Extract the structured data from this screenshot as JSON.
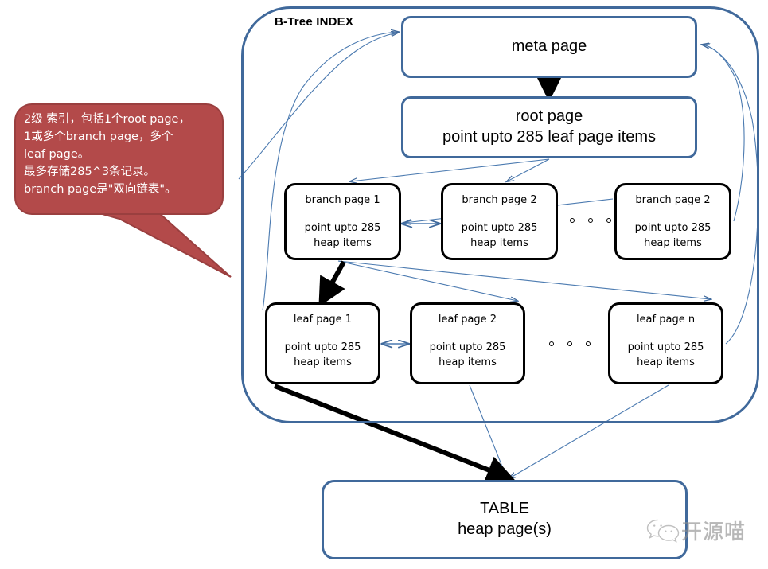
{
  "diagram": {
    "container_label": "B-Tree INDEX",
    "accent_blue": "#40699B",
    "node_black": "#000000",
    "callout_red": "#B34A4A"
  },
  "callout": {
    "text": "2级 索引，包括1个root page，\n1或多个branch page，多个\nleaf page。\n最多存储285^3条记录。\nbranch page是\"双向链表\"。"
  },
  "meta_page": {
    "title": "meta page"
  },
  "root_page": {
    "title": "root page",
    "detail": "point upto 285 leaf page items"
  },
  "branch_pages": [
    {
      "title": "branch page 1",
      "line1": "point upto 285",
      "line2": "heap items"
    },
    {
      "title": "branch page 2",
      "line1": "point upto 285",
      "line2": "heap items"
    },
    {
      "title": "branch page 2",
      "line1": "point upto 285",
      "line2": "heap items"
    }
  ],
  "leaf_pages": [
    {
      "title": "leaf page 1",
      "line1": "point upto 285",
      "line2": "heap items"
    },
    {
      "title": "leaf page 2",
      "line1": "point upto 285",
      "line2": "heap items"
    },
    {
      "title": "leaf page n",
      "line1": "point upto 285",
      "line2": "heap items"
    }
  ],
  "table_box": {
    "title": "TABLE",
    "detail": "heap page(s)"
  },
  "watermark": {
    "text": "开源喵"
  }
}
